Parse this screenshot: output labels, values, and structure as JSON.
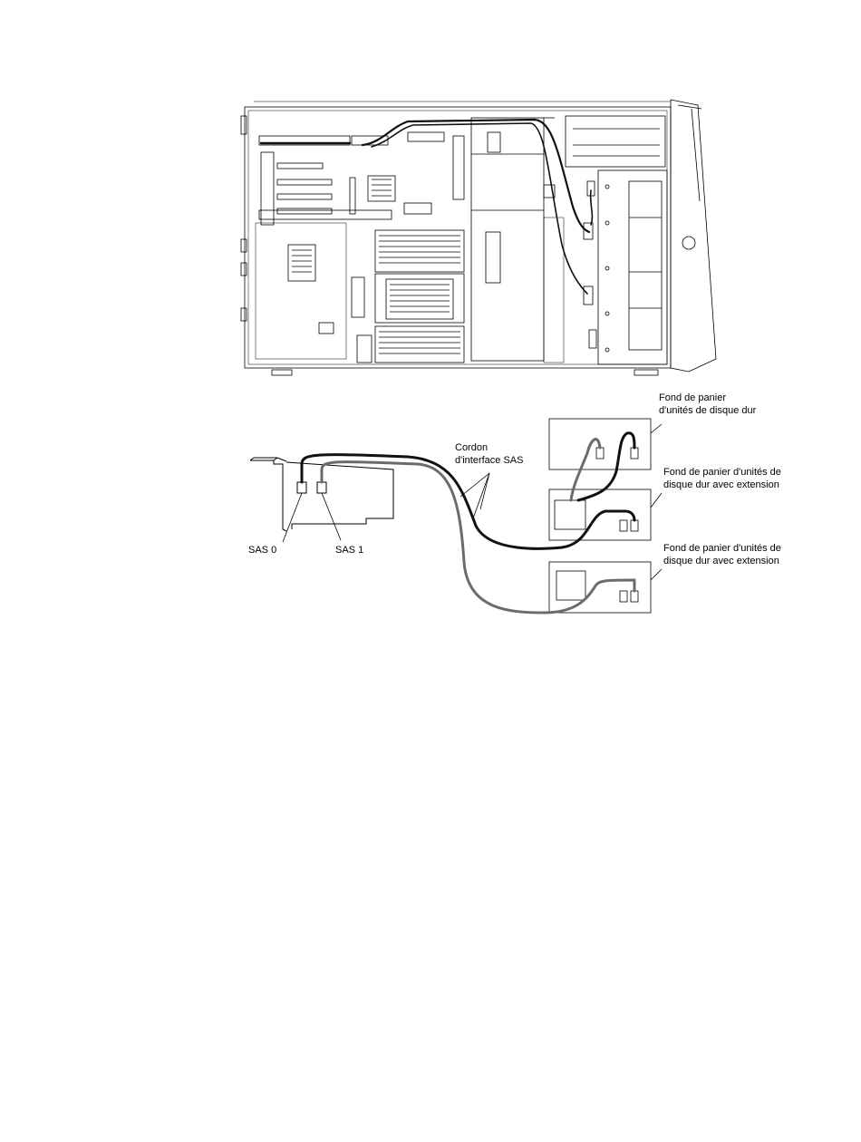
{
  "labels": {
    "backplane": [
      "Fond de panier",
      "d'unités de disque dur"
    ],
    "backplane_expander_1": [
      "Fond de panier d'unités de",
      "disque dur avec extension"
    ],
    "backplane_expander_2": [
      "Fond de panier d'unités de",
      "disque dur avec extension"
    ],
    "sas_cable": [
      "Cordon",
      "d'interface SAS"
    ],
    "sas0": "SAS 0",
    "sas1": "SAS 1"
  },
  "colors": {
    "line": "#000000",
    "cable_dark": "#111111",
    "cable_grey": "#6b6b6b",
    "paper": "#ffffff"
  }
}
